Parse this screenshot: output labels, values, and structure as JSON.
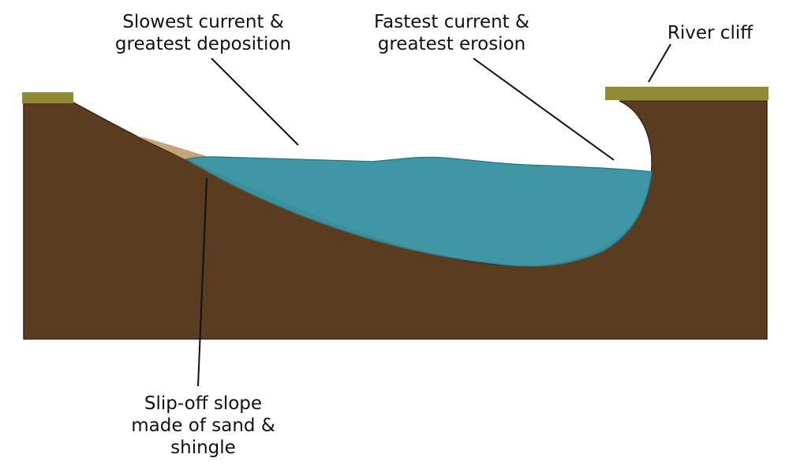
{
  "colors": {
    "ground": "#5a3c20",
    "ground_stroke": "#3a2612",
    "grass": "#8f8a33",
    "sand": "#c4a47a",
    "water": "#3a93a1",
    "water_stroke": "#2f7c88",
    "pointer": "#111111",
    "text": "#111111"
  },
  "labels": {
    "slowest": [
      "Slowest current &",
      "greatest deposition"
    ],
    "fastest": [
      "Fastest current &",
      "greatest erosion"
    ],
    "cliff": [
      "River cliff"
    ],
    "slipoff": [
      "Slip-off slope",
      "made of sand &",
      "shingle"
    ]
  }
}
